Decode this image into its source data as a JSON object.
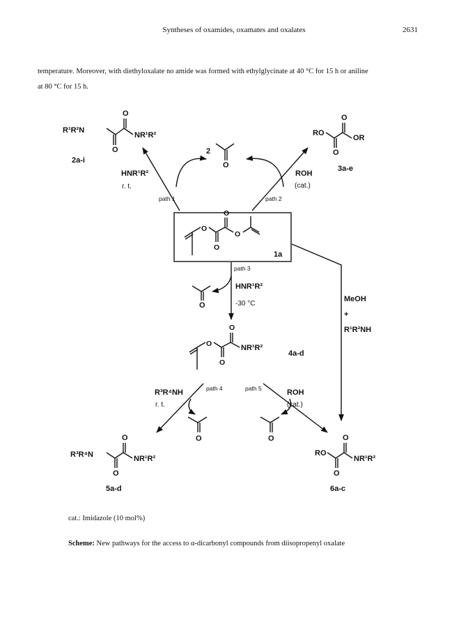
{
  "header": {
    "title": "Syntheses of oxamides, oxamates and oxalates",
    "page_number": "2631"
  },
  "body": {
    "line1": "temperature. Moreover, with diethyloxalate no amide was formed with ethylglycinate at 40 °C for 15 h or aniline",
    "line2": "at 80 °C for 15 h."
  },
  "scheme": {
    "c2ai": {
      "lbl_a": "R¹R²N",
      "lbl_b": "NR¹R²",
      "id": "2a-i"
    },
    "c3ae": {
      "lbl_a": "RO",
      "lbl_b": "OR",
      "id": "3a-e"
    },
    "c1a": {
      "id": "1a"
    },
    "c4ad": {
      "lbl": "NR¹R²",
      "id": "4a-d"
    },
    "c5ad": {
      "lbl_a": "R³R⁴N",
      "lbl_b": "NR¹R²",
      "id": "5a-d"
    },
    "c6ac": {
      "lbl_a": "RO",
      "lbl_b": "NR¹R²",
      "id": "6a-c"
    },
    "o": "O",
    "coeff2": "2",
    "path1": {
      "name": "path 1",
      "reagent": "HNR¹R²",
      "cond": "r. t."
    },
    "path2": {
      "name": "path 2",
      "reagent": "ROH",
      "cond": "(cat.)"
    },
    "path3": {
      "name": "path 3",
      "reagent": "HNR¹R²",
      "cond": "-30 °C"
    },
    "path4": {
      "name": "path 4",
      "reagent": "R³R⁴NH",
      "cond": "r. t."
    },
    "path5": {
      "name": "path 5",
      "reagent": "ROH",
      "cond": "(cat.)"
    },
    "side": {
      "reagent1": "MeOH",
      "plus": "+",
      "reagent2": "R¹R²NH"
    }
  },
  "footnote": "cat.: Imidazole (10 mol%)",
  "caption": {
    "label": "Scheme:",
    "text": " New pathways for the access to α-dicarbonyl compounds from diisopropenyl oxalate"
  }
}
